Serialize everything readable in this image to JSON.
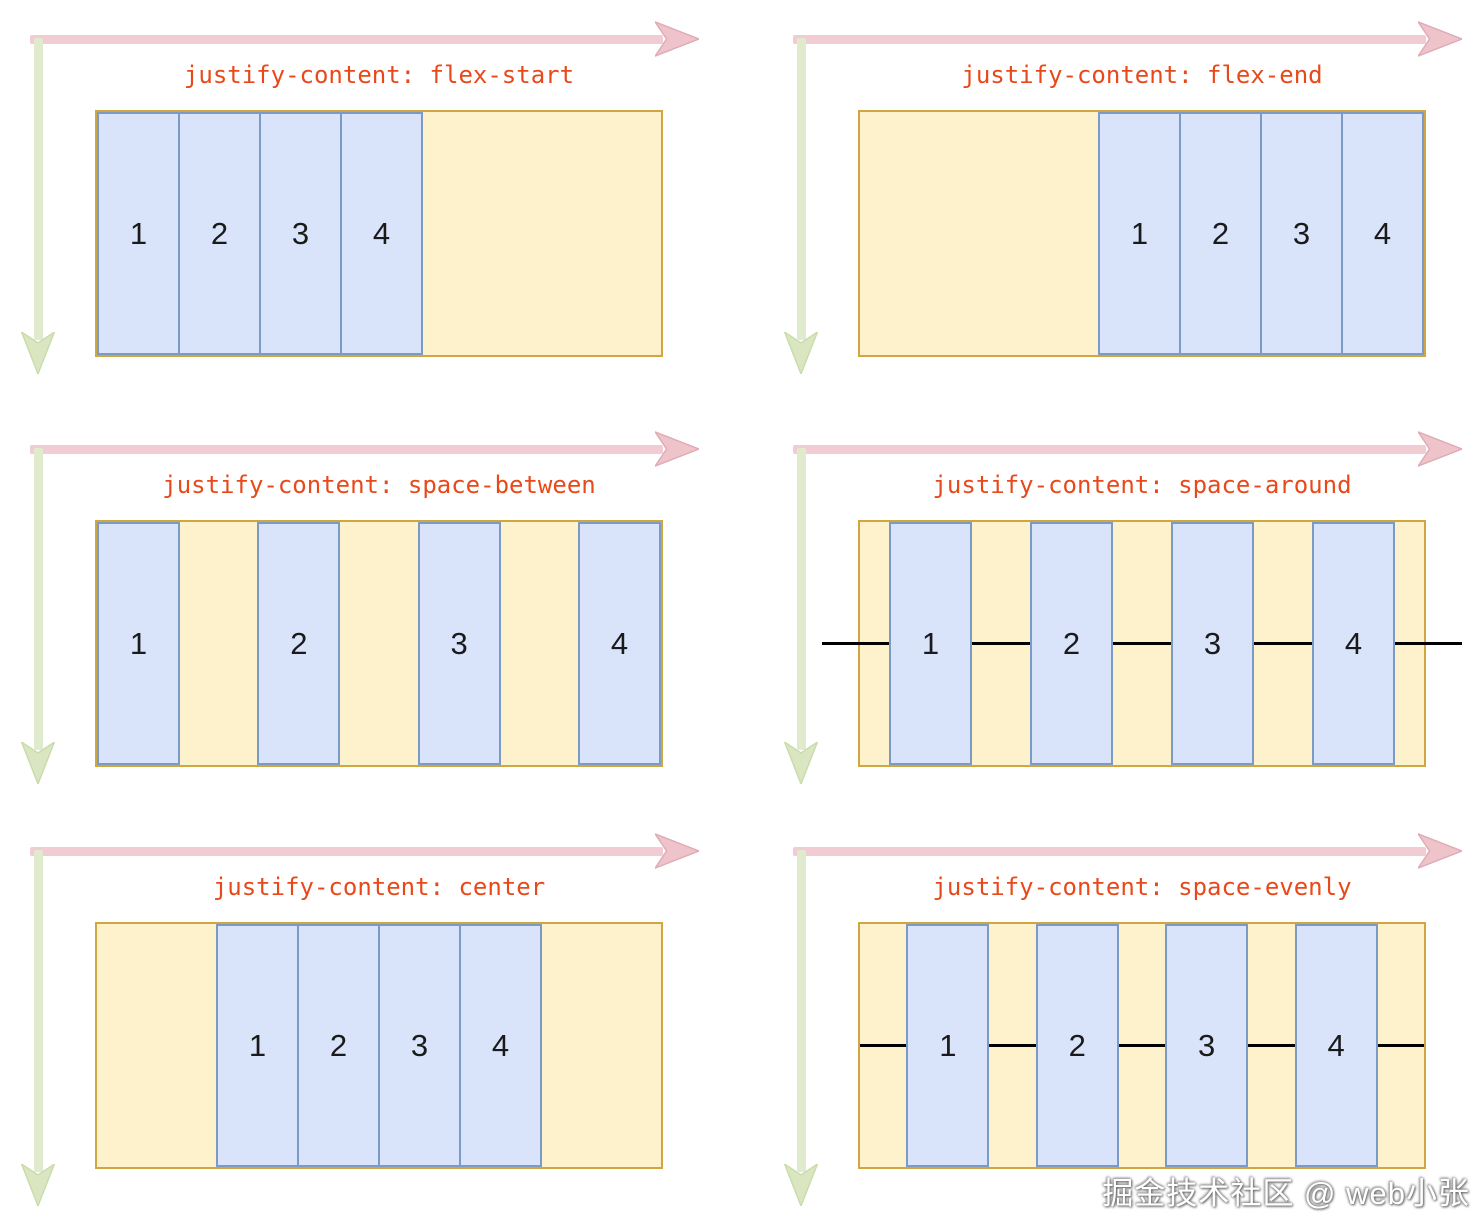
{
  "panels": [
    {
      "property": "justify-content",
      "value": "flex-start",
      "title": "justify-content: flex-start",
      "items": [
        "1",
        "2",
        "3",
        "4"
      ],
      "gap_markers": "none"
    },
    {
      "property": "justify-content",
      "value": "flex-end",
      "title": "justify-content: flex-end",
      "items": [
        "1",
        "2",
        "3",
        "4"
      ],
      "gap_markers": "none"
    },
    {
      "property": "justify-content",
      "value": "space-between",
      "title": "justify-content: space-between",
      "items": [
        "1",
        "2",
        "3",
        "4"
      ],
      "gap_markers": "none"
    },
    {
      "property": "justify-content",
      "value": "space-around",
      "title": "justify-content: space-around",
      "items": [
        "1",
        "2",
        "3",
        "4"
      ],
      "gap_markers": "equal lines extending past container edges"
    },
    {
      "property": "justify-content",
      "value": "center",
      "title": "justify-content: center",
      "items": [
        "1",
        "2",
        "3",
        "4"
      ],
      "gap_markers": "none"
    },
    {
      "property": "justify-content",
      "value": "space-evenly",
      "title": "justify-content: space-evenly",
      "items": [
        "1",
        "2",
        "3",
        "4"
      ],
      "gap_markers": "equal lines inside container"
    }
  ],
  "watermark": "掘金技术社区 @ web小张",
  "colors": {
    "title_text": "#e8491a",
    "container_fill": "#fdf2cb",
    "container_border": "#cfa640",
    "item_fill": "#d9e4fa",
    "item_border": "#7b9ac6",
    "x_axis_arrow": "#f1cdd3",
    "y_axis_arrow": "#e0ebce",
    "gap_marker": "#000000",
    "background": "#ffffff"
  }
}
